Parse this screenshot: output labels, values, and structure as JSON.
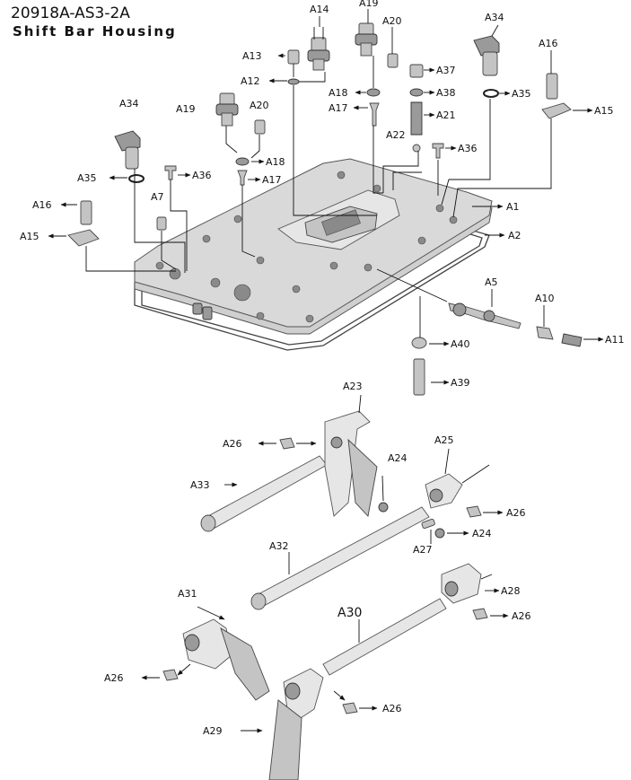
{
  "title": {
    "part_number": "20918A-AS3-2A",
    "name": "Shift Bar Housing"
  },
  "labels": {
    "a1": "A1",
    "a2": "A2",
    "a5": "A5",
    "a7": "A7",
    "a10": "A10",
    "a11": "A11",
    "a12": "A12",
    "a13": "A13",
    "a14": "A14",
    "a15_left": "A15",
    "a15_right": "A15",
    "a16_left": "A16",
    "a16_right": "A16",
    "a17_left": "A17",
    "a17_right": "A17",
    "a18_left": "A18",
    "a18_right": "A18",
    "a19_left": "A19",
    "a19_top": "A19",
    "a20_left": "A20",
    "a20_top": "A20",
    "a21": "A21",
    "a22": "A22",
    "a23": "A23",
    "a24_top": "A24",
    "a24_bottom": "A24",
    "a25": "A25",
    "a26_1": "A26",
    "a26_2": "A26",
    "a26_3": "A26",
    "a26_4": "A26",
    "a26_5": "A26",
    "a27": "A27",
    "a28": "A28",
    "a29": "A29",
    "a30": "A30",
    "a31": "A31",
    "a32": "A32",
    "a33": "A33",
    "a34_left": "A34",
    "a34_right": "A34",
    "a35_left": "A35",
    "a35_right": "A35",
    "a36_left": "A36",
    "a36_right": "A36",
    "a37": "A37",
    "a38": "A38",
    "a39": "A39",
    "a40": "A40"
  }
}
